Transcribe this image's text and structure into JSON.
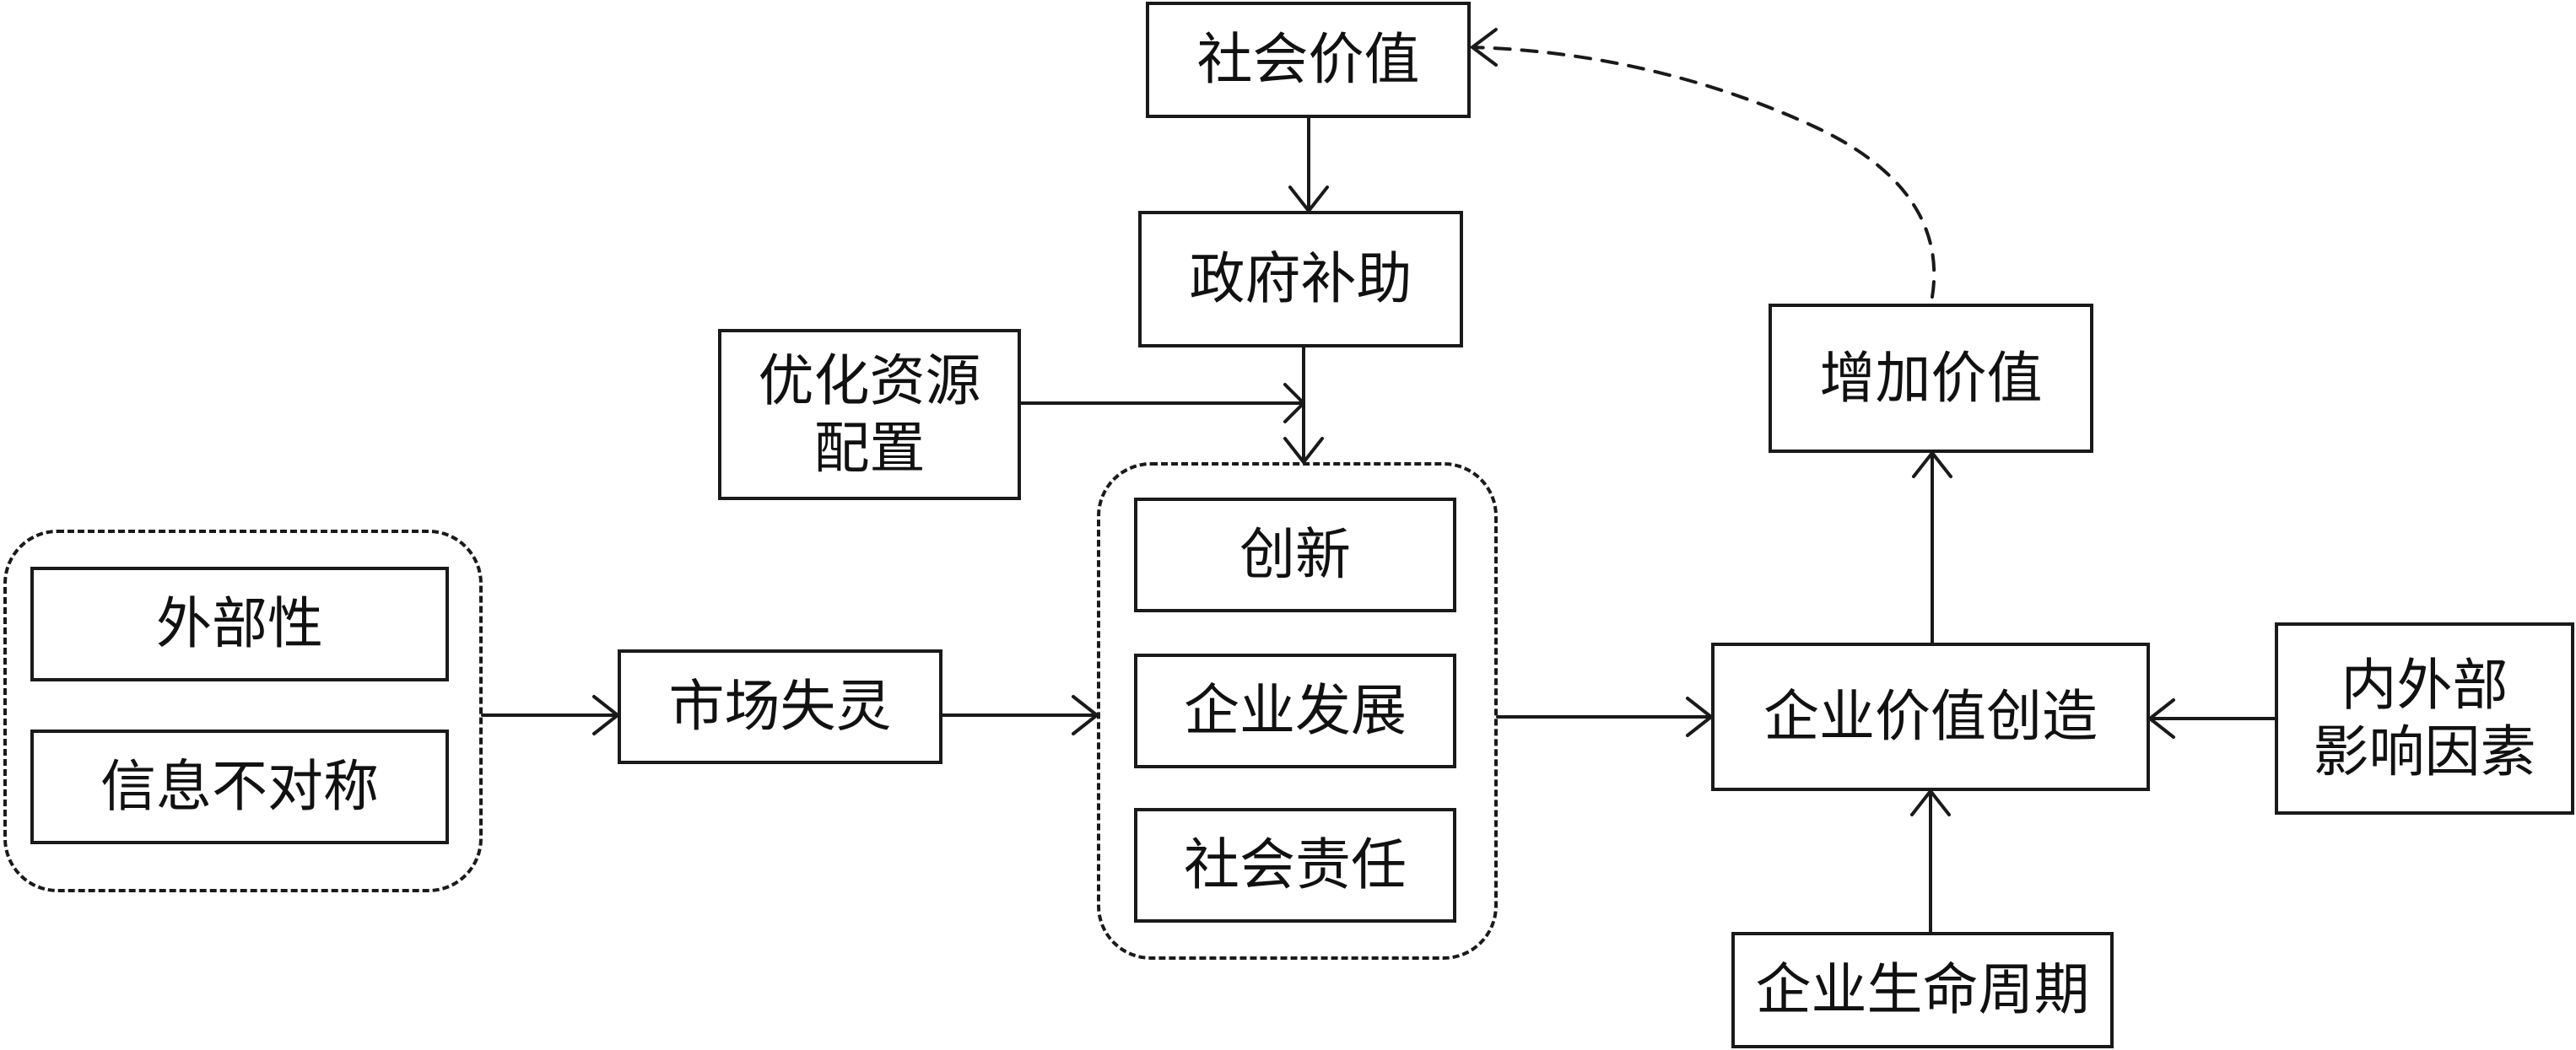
{
  "colors": {
    "line": "#1a1a1a",
    "background": "#ffffff",
    "text": "#111111"
  },
  "nodes": {
    "social_value": "社会价值",
    "gov_subsidy": "政府补助",
    "optimize_line1": "优化资源",
    "optimize_line2": "配置",
    "innovation": "创新",
    "enterprise_dev": "企业发展",
    "social_resp": "社会责任",
    "externality": "外部性",
    "info_asym": "信息不对称",
    "market_failure": "市场失灵",
    "added_value": "增加价值",
    "value_creation": "企业价值创造",
    "factors_line1": "内外部",
    "factors_line2": "影响因素",
    "lifecycle": "企业生命周期"
  },
  "edges": [
    {
      "from": "social_value",
      "to": "gov_subsidy",
      "style": "solid"
    },
    {
      "from": "gov_subsidy",
      "to": "innovation_group",
      "style": "solid"
    },
    {
      "from": "optimize_allocation",
      "to": "innovation_group",
      "style": "solid"
    },
    {
      "from": "market_failure_causes",
      "to": "market_failure",
      "style": "solid"
    },
    {
      "from": "market_failure",
      "to": "innovation_group",
      "style": "solid"
    },
    {
      "from": "innovation_group",
      "to": "value_creation",
      "style": "solid"
    },
    {
      "from": "value_creation",
      "to": "added_value",
      "style": "solid"
    },
    {
      "from": "factors",
      "to": "value_creation",
      "style": "solid"
    },
    {
      "from": "lifecycle",
      "to": "value_creation",
      "style": "solid"
    },
    {
      "from": "added_value",
      "to": "social_value",
      "style": "dashed"
    }
  ]
}
